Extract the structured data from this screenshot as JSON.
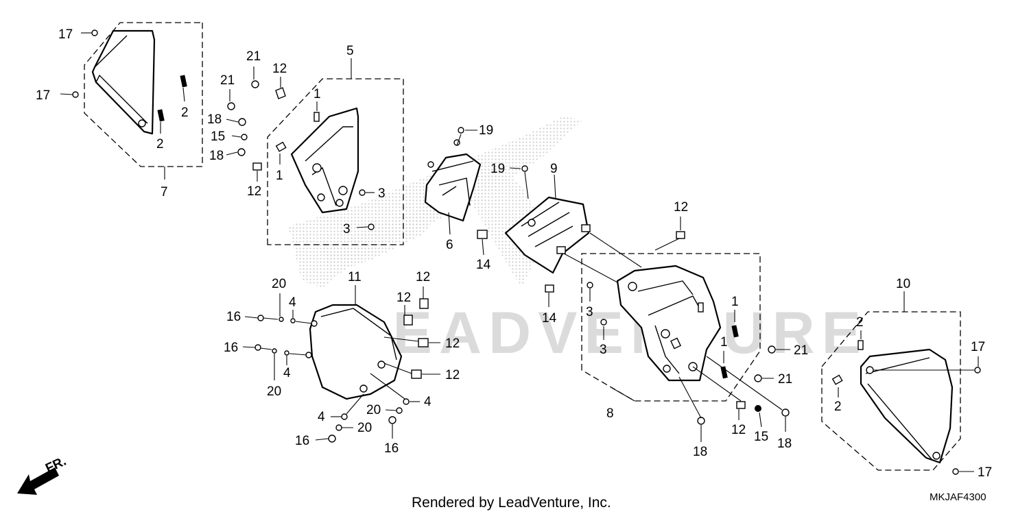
{
  "callouts": [
    {
      "id": "c17a",
      "text": "17"
    },
    {
      "id": "c17b",
      "text": "17"
    },
    {
      "id": "c2a",
      "text": "2"
    },
    {
      "id": "c2b",
      "text": "2"
    },
    {
      "id": "c7",
      "text": "7"
    },
    {
      "id": "c21a",
      "text": "21"
    },
    {
      "id": "c12a",
      "text": "12"
    },
    {
      "id": "c21b",
      "text": "21"
    },
    {
      "id": "c18a",
      "text": "18"
    },
    {
      "id": "c15a",
      "text": "15"
    },
    {
      "id": "c18b",
      "text": "18"
    },
    {
      "id": "c12b",
      "text": "12"
    },
    {
      "id": "c5",
      "text": "5"
    },
    {
      "id": "c1a",
      "text": "1"
    },
    {
      "id": "c1b",
      "text": "1"
    },
    {
      "id": "c3a",
      "text": "3"
    },
    {
      "id": "c3b",
      "text": "3"
    },
    {
      "id": "c19a",
      "text": "19"
    },
    {
      "id": "c19b",
      "text": "19"
    },
    {
      "id": "c6",
      "text": "6"
    },
    {
      "id": "c14a",
      "text": "14"
    },
    {
      "id": "c9",
      "text": "9"
    },
    {
      "id": "c14b",
      "text": "14"
    },
    {
      "id": "c12c",
      "text": "12"
    },
    {
      "id": "c3c",
      "text": "3"
    },
    {
      "id": "c3d",
      "text": "3"
    },
    {
      "id": "c1c",
      "text": "1"
    },
    {
      "id": "c1d",
      "text": "1"
    },
    {
      "id": "c21c",
      "text": "21"
    },
    {
      "id": "c21d",
      "text": "21"
    },
    {
      "id": "c8",
      "text": "8"
    },
    {
      "id": "c18c",
      "text": "18"
    },
    {
      "id": "c12d",
      "text": "12"
    },
    {
      "id": "c15b",
      "text": "15"
    },
    {
      "id": "c18d",
      "text": "18"
    },
    {
      "id": "c10",
      "text": "10"
    },
    {
      "id": "c2c",
      "text": "2"
    },
    {
      "id": "c17c",
      "text": "17"
    },
    {
      "id": "c2d",
      "text": "2"
    },
    {
      "id": "c17d",
      "text": "17"
    },
    {
      "id": "c20a",
      "text": "20"
    },
    {
      "id": "c11",
      "text": "11"
    },
    {
      "id": "c12e",
      "text": "12"
    },
    {
      "id": "c12f",
      "text": "12"
    },
    {
      "id": "c16a",
      "text": "16"
    },
    {
      "id": "c4a",
      "text": "4"
    },
    {
      "id": "c12g",
      "text": "12"
    },
    {
      "id": "c16b",
      "text": "16"
    },
    {
      "id": "c4b",
      "text": "4"
    },
    {
      "id": "c20b",
      "text": "20"
    },
    {
      "id": "c12h",
      "text": "12"
    },
    {
      "id": "c4c",
      "text": "4"
    },
    {
      "id": "c20c",
      "text": "20"
    },
    {
      "id": "c4d",
      "text": "4"
    },
    {
      "id": "c20d",
      "text": "20"
    },
    {
      "id": "c16c",
      "text": "16"
    },
    {
      "id": "c16d",
      "text": "16"
    }
  ],
  "front_indicator": "FR.",
  "watermark": "LEADVENTURE",
  "footer": {
    "rendered_by": "Rendered by LeadVenture, Inc.",
    "diagram_code": "MKJAF4300"
  }
}
